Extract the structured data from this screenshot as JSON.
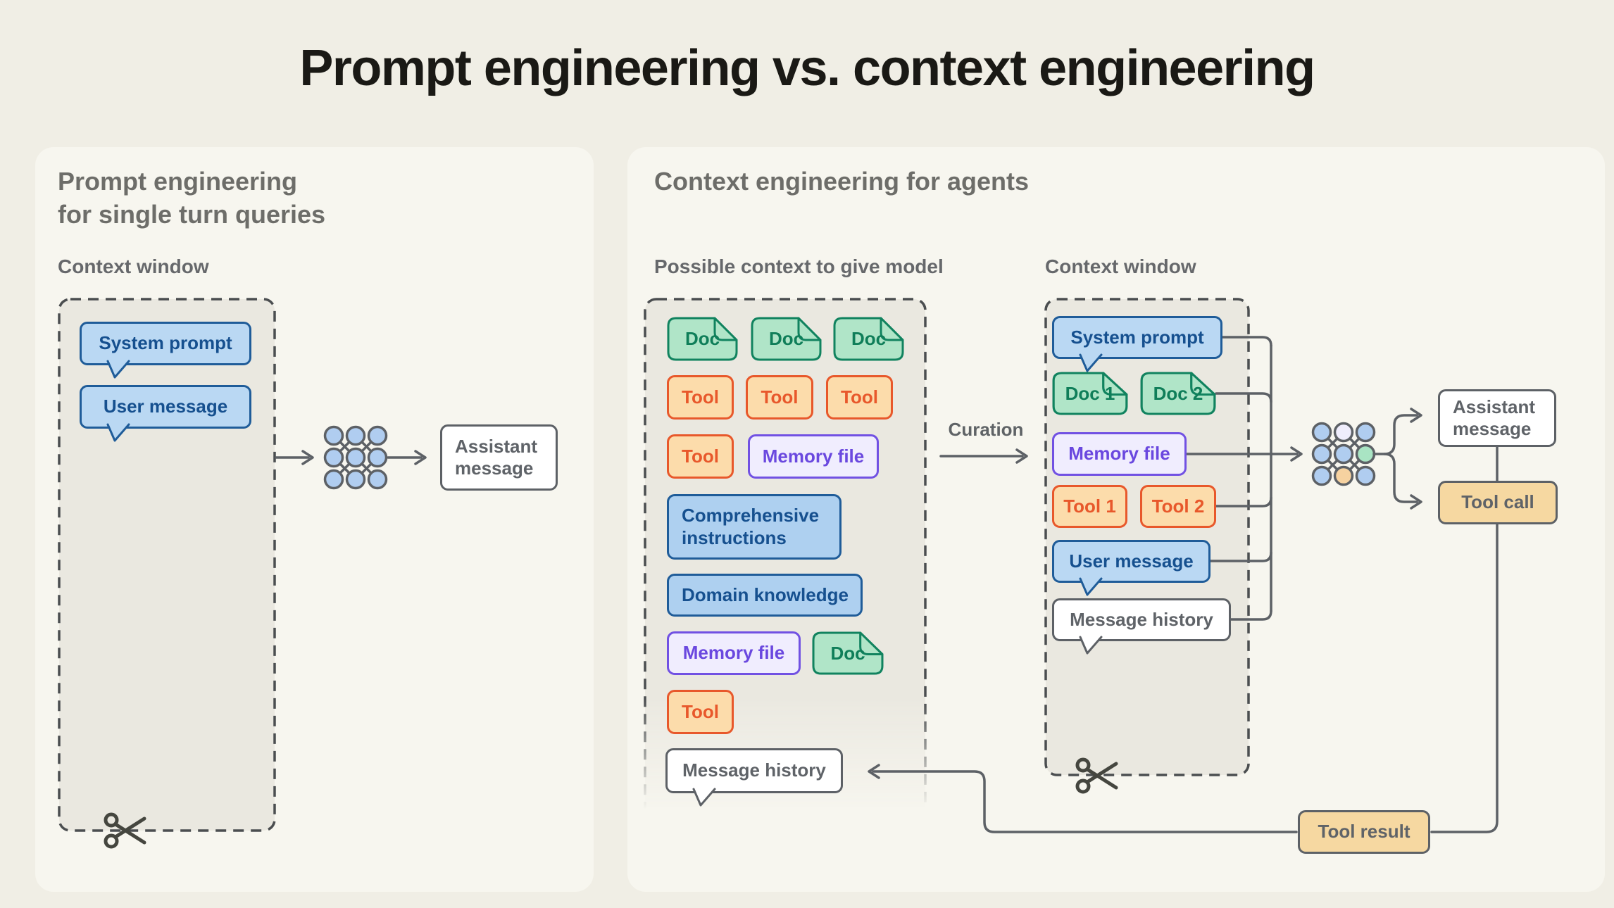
{
  "title": "Prompt engineering vs. context engineering",
  "left_card": {
    "heading_line1": "Prompt engineering",
    "heading_line2": "for single turn queries",
    "context_window_label": "Context window",
    "system_prompt_label": "System prompt",
    "user_message_label": "User message",
    "assistant_message_label": "Assistant message"
  },
  "right_card": {
    "heading": "Context engineering for agents",
    "possible_context_label": "Possible context to give model",
    "context_window_label": "Context window",
    "curation_label": "Curation",
    "possible_context": {
      "doc_label": "Doc",
      "tool_label": "Tool",
      "memory_file_label": "Memory file",
      "comprehensive_label": "Comprehensive instructions",
      "domain_label": "Domain knowledge",
      "message_history_label": "Message history"
    },
    "context_window_items": {
      "system_prompt": "System prompt",
      "doc1": "Doc 1",
      "doc2": "Doc 2",
      "memory_file": "Memory file",
      "tool1": "Tool 1",
      "tool2": "Tool 2",
      "user_message": "User message",
      "message_history": "Message history"
    },
    "outputs": {
      "assistant_message": "Assistant message",
      "tool_call": "Tool call",
      "tool_result": "Tool result"
    }
  },
  "icons": {
    "network_icon": "neural-network-icon",
    "scissors_icon": "scissors-icon",
    "doc_icon": "document-folded-corner-icon",
    "arrow_icon": "arrow-right-icon"
  },
  "colors": {
    "page_background": "#f0eee5",
    "card_background": "#f7f6ef",
    "panel_fill": "#eae8e0",
    "dash_stroke": "#4b4e50",
    "connector_gray": "#5d6166",
    "gray_text": "#5f6368",
    "heading_gray": "#6d6d69",
    "blue_fill": "#bad8f3",
    "blue_border": "#1f5c99",
    "blue_text": "#16508f",
    "green_fill": "#b0e5c8",
    "green_border": "#11835f",
    "orange_fill": "#fcdcab",
    "orange_border": "#e8582b",
    "lavender_fill": "#f0edfe",
    "lavender_border": "#7151e3",
    "tan_fill": "#f6d8a1",
    "network_blue_node": "#b0cdf0",
    "network_green_node": "#a9e4c3",
    "network_orange_node": "#f6d2a0",
    "network_lavender_node": "#efedfc"
  }
}
